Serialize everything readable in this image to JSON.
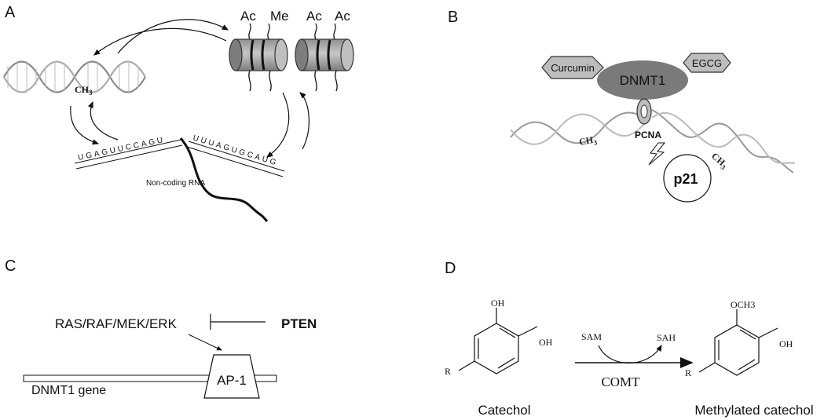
{
  "panels": {
    "a": {
      "label": "A",
      "ch3": "CH",
      "ch3_sub": "3",
      "histone_mods": [
        "Ac",
        "Me",
        "Ac",
        "Ac"
      ],
      "rna_left": "UGAGUUCCAGU",
      "rna_right": "UUUAGUGCAUG",
      "noncoding_label": "Non-coding RNA"
    },
    "b": {
      "label": "B",
      "curcumin": "Curcumin",
      "egcg": "EGCG",
      "dnmt1": "DNMT1",
      "pcna": "PCNA",
      "p21": "p21",
      "ch3_left": "CH",
      "ch3_right": "CH",
      "ch3_sub": "3"
    },
    "c": {
      "label": "C",
      "pathway": "RAS/RAF/MEK/ERK",
      "pten": "PTEN",
      "ap1": "AP-1",
      "gene": "DNMT1 gene"
    },
    "d": {
      "label": "D",
      "oh_top": "OH",
      "oh_right": "OH",
      "r_left": "R",
      "sam": "SAM",
      "sah": "SAH",
      "comt": "COMT",
      "catechol": "Catechol",
      "och3": "OCH3",
      "oh_product": "OH",
      "r_product": "R",
      "methylated": "Methylated catechol"
    }
  },
  "colors": {
    "dnmt1_fill": "#7a7a7a",
    "hex_fill": "#bdbdbd",
    "histone_fill": "#a9a9a9",
    "line": "#111111"
  }
}
